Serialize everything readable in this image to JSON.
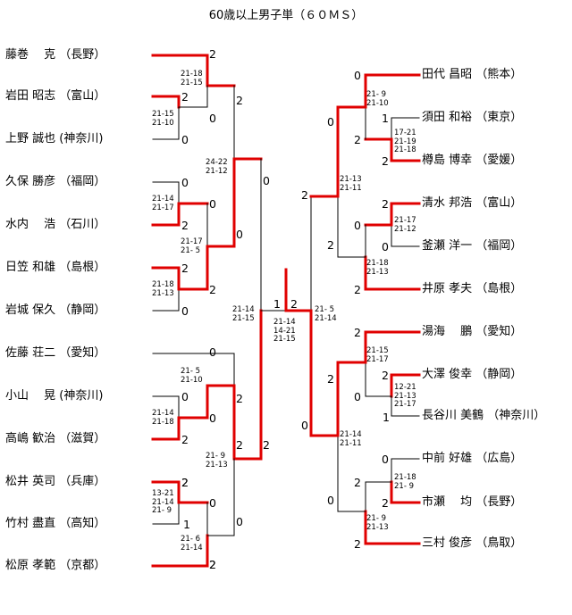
{
  "title": "60歳以上男子単（６０ＭＳ）",
  "left_players": [
    {
      "name": "藤巻　 克",
      "pref": "（長野）"
    },
    {
      "name": "岩田 昭志",
      "pref": "（富山）"
    },
    {
      "name": "上野 誠也",
      "pref": "(神奈川)"
    },
    {
      "name": "久保 勝彦",
      "pref": "（福岡）"
    },
    {
      "name": "水内　 浩",
      "pref": "（石川）"
    },
    {
      "name": "日笠 和雄",
      "pref": "（島根）"
    },
    {
      "name": "岩城 保久",
      "pref": "（静岡）"
    },
    {
      "name": "佐藤 荘二",
      "pref": "（愛知）"
    },
    {
      "name": "小山　 晃",
      "pref": "(神奈川)"
    },
    {
      "name": "高嶋 歓治",
      "pref": "（滋賀）"
    },
    {
      "name": "松井 英司",
      "pref": "（兵庫）"
    },
    {
      "name": "竹村 盡直",
      "pref": "（高知）"
    },
    {
      "name": "松原 孝範",
      "pref": "（京都）"
    }
  ],
  "right_players": [
    {
      "name": "田代 昌昭",
      "pref": "（熊本）"
    },
    {
      "name": "須田 和裕",
      "pref": "（東京）"
    },
    {
      "name": "樽島 博幸",
      "pref": "（愛媛）"
    },
    {
      "name": "清水 邦浩",
      "pref": "（富山）"
    },
    {
      "name": "釜瀬 洋一",
      "pref": "（福岡）"
    },
    {
      "name": "井原 孝夫",
      "pref": "（島根）"
    },
    {
      "name": "湯海　 鵬",
      "pref": "（愛知）"
    },
    {
      "name": "大澤 俊幸",
      "pref": "（静岡）"
    },
    {
      "name": "長谷川 美鶴",
      "pref": "（神奈川）"
    },
    {
      "name": "中前 好雄",
      "pref": "（広島）"
    },
    {
      "name": "市瀬　 均",
      "pref": "（長野）"
    },
    {
      "name": "三村 俊彦",
      "pref": "（鳥取）"
    }
  ],
  "scores": [
    "2",
    "2",
    "0",
    "0",
    "2",
    "0",
    "2",
    "0",
    "2",
    "0",
    "0",
    "2",
    "0",
    "2",
    "2",
    "0",
    "1",
    "2",
    "2",
    "0",
    "0",
    "2",
    "2",
    "0",
    "0",
    "2",
    "2",
    "1",
    "2",
    "0",
    "2",
    "2",
    "0",
    "0",
    "2",
    "2",
    "0",
    "0",
    "0",
    "2",
    "0",
    "1",
    "2",
    "2",
    "0",
    "0",
    "2",
    "2",
    "0",
    "0",
    "2",
    "0",
    "0",
    "2",
    "2"
  ],
  "game_scores": [
    "21-18\n21-15",
    "21-15\n21-10",
    "24-22\n21-12",
    "21-14\n21-17",
    "21-17\n21- 5",
    "21-18\n21-13",
    "21-14\n21-15",
    "21- 5\n21-10",
    "21-14\n21-18",
    "21- 9\n21-13",
    "13-21\n21-14\n21- 9",
    "21- 6\n21-14",
    "21-14\n14-21\n21-15",
    "21- 9\n21-10",
    "17-21\n21-19\n21-18",
    "21-13\n21-11",
    "21-17\n21-12",
    "21-18\n21-13",
    "21- 5\n21-14",
    "21-15\n21-17",
    "12-21\n21-13\n21-17",
    "21-14\n21-11",
    "21-18\n21- 9",
    "21- 9\n21-13"
  ],
  "colors": {
    "winner": "#e00000",
    "loser": "#000000"
  }
}
